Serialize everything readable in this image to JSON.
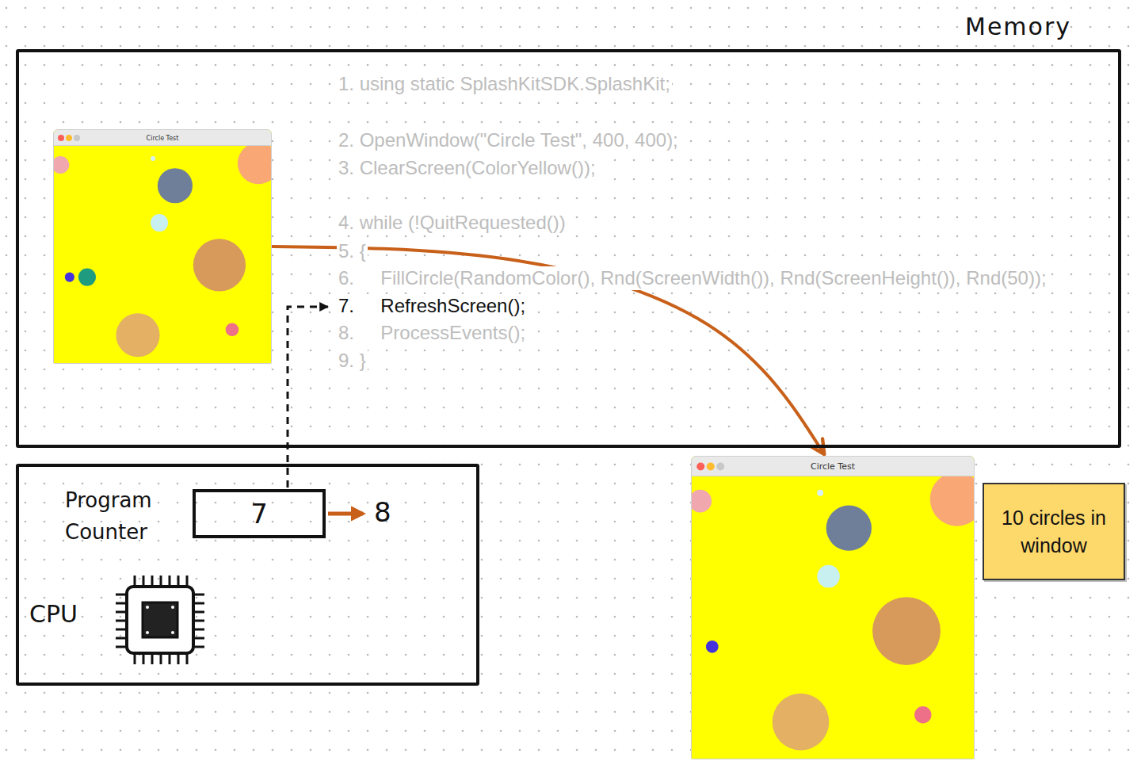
{
  "diagram": {
    "nodes": [
      {
        "text": [
          "Memory"
        ]
      },
      {
        "text": [
          "Circle Test"
        ],
        "in": 0
      },
      {
        "text": [
          "Program Counter",
          "CPU"
        ]
      },
      {
        "text": [
          "7"
        ],
        "in": 2
      },
      {
        "text": [
          "Circle Test"
        ]
      },
      {
        "text": [
          "10 circles in window"
        ]
      }
    ],
    "edges": [
      {
        "from": 1,
        "to": 4,
        "arrow": "to"
      }
    ],
    "labels": [
      "1. using static SplashKitSDK.SplashKit;",
      "2. OpenWindow(\"Circle Test\", 400, 400);",
      "3. ClearScreen(ColorYellow());",
      "4. while (!QuitRequested())",
      "5. {",
      "6.     FillCircle(RandomColor(), Rnd(ScreenWidth()), Rnd(ScreenHeight()), Rnd(50));",
      "7.     RefreshScreen();",
      "8.     ProcessEvents();",
      "9. }",
      "8"
    ]
  }
}
